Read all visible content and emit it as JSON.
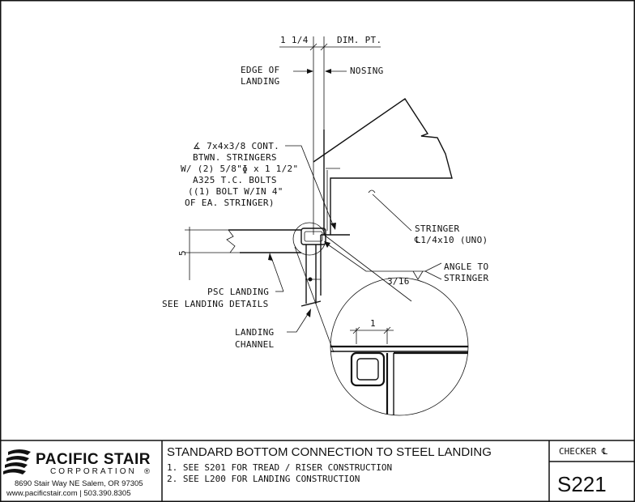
{
  "drawing": {
    "labels": {
      "dim_1_1_4": "1 1/4",
      "dim_pt": "DIM. PT.",
      "edge_of": "EDGE OF",
      "landing_word": "LANDING",
      "nosing": "NOSING",
      "angle_note": [
        "∡ 7x4x3/8 CONT.",
        "BTWN. STRINGERS",
        "W/ (2) 5/8\"ɸ x 1 1/2\"",
        "A325 T.C. BOLTS",
        "((1) BOLT W/IN 4\"",
        "OF EA. STRINGER)"
      ],
      "dim_5": "5",
      "stringer": "STRINGER",
      "stringer_size": "℄1/4x10 (UNO)",
      "weld_size": "3/16",
      "angle_to": "ANGLE TO",
      "stringer_word": "STRINGER",
      "psc_landing": "PSC LANDING",
      "see_landing_details": "SEE LANDING DETAILS",
      "landing_channel_1": "LANDING",
      "landing_channel_2": "CHANNEL",
      "detail_dim_1": "1"
    }
  },
  "title_block": {
    "company": "PACIFIC STAIR",
    "corporation": "CORPORATION",
    "registered": "®",
    "address": "8690 Stair Way NE Salem, OR 97305",
    "contact": "www.pacificstair.com  |  503.390.8305",
    "title": "STANDARD BOTTOM CONNECTION TO STEEL LANDING",
    "notes": [
      "1. SEE S201 FOR TREAD / RISER CONSTRUCTION",
      "2. SEE L200 FOR LANDING CONSTRUCTION"
    ],
    "checker": "CHECKER ℄",
    "sheet_number": "S221"
  }
}
